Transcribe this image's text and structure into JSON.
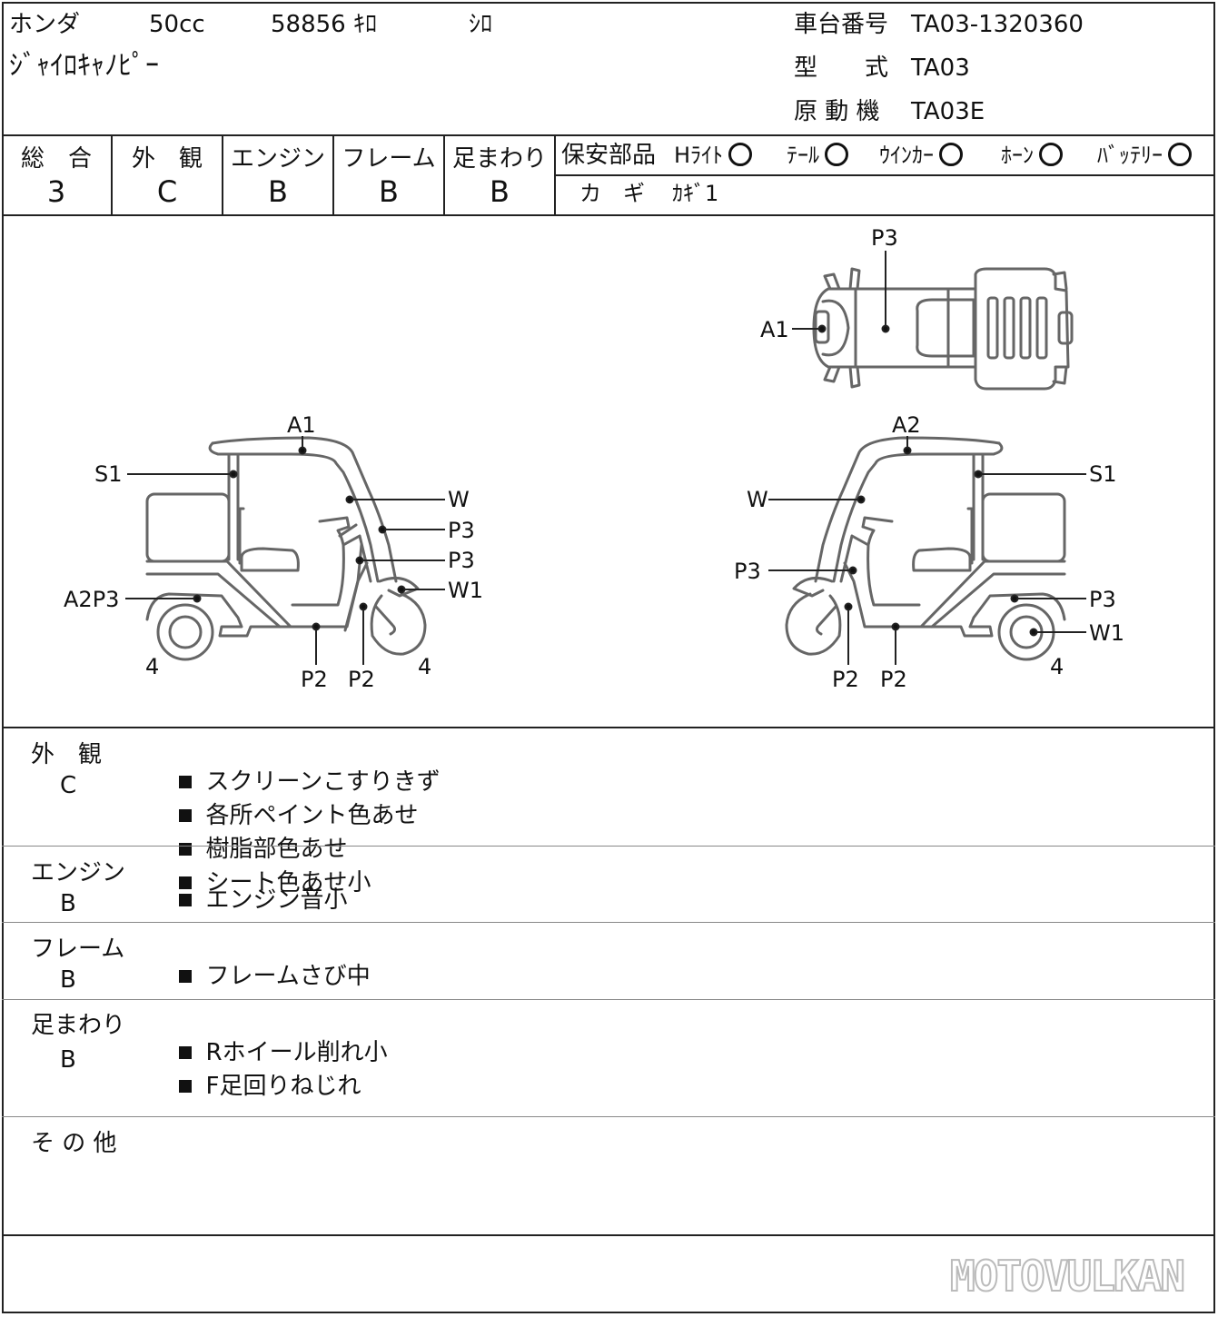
{
  "header": {
    "maker": "ホンダ",
    "displacement": "50cc",
    "mileage": "58856 ｷﾛ",
    "color": "ｼﾛ",
    "model_name": "ｼﾞｬｲﾛｷｬﾉﾋﾟｰ",
    "frame_no_label": "車台番号",
    "frame_no": "TA03-1320360",
    "type_label": "型　　式",
    "type": "TA03",
    "engine_label": "原 動 機",
    "engine": "TA03E"
  },
  "grades": {
    "items": [
      {
        "label": "総　合",
        "value": "3"
      },
      {
        "label": "外　観",
        "value": "C"
      },
      {
        "label": "エンジン",
        "value": "B"
      },
      {
        "label": "フレーム",
        "value": "B"
      },
      {
        "label": "足まわり",
        "value": "B"
      }
    ]
  },
  "safety": {
    "title": "保安部品",
    "items": [
      {
        "label": "Hﾗｲﾄ",
        "status": "○"
      },
      {
        "label": "ﾃｰﾙ",
        "status": "○"
      },
      {
        "label": "ｳｲﾝｶｰ",
        "status": "○"
      },
      {
        "label": "ﾎｰﾝ",
        "status": "○"
      },
      {
        "label": "ﾊﾞｯﾃﾘｰ",
        "status": "○"
      }
    ],
    "key_label": "カ　ギ",
    "key_value": "ｶｷﾞ1"
  },
  "diagram": {
    "top_labels": [
      "P3",
      "A1"
    ],
    "left_labels": [
      "A1",
      "S1",
      "W",
      "P3",
      "P3",
      "W1",
      "A2P3",
      "4",
      "P2",
      "P2",
      "4"
    ],
    "right_labels": [
      "A2",
      "S1",
      "W",
      "P3",
      "P3",
      "W1",
      "P2",
      "P2",
      "4"
    ]
  },
  "notes": [
    {
      "category": "外　観",
      "grade": "C",
      "items": [
        "スクリーンこすりきず",
        "各所ペイント色あせ",
        "樹脂部色あせ",
        "シート色あせ小"
      ]
    },
    {
      "category": "エンジン",
      "grade": "B",
      "items": [
        "エンジン音小"
      ]
    },
    {
      "category": "フレーム",
      "grade": "B",
      "items": [
        "フレームさび中"
      ]
    },
    {
      "category": "足まわり",
      "grade": "B",
      "items": [
        "Rホイール削れ小",
        "F足回りねじれ"
      ]
    },
    {
      "category": "そ の 他",
      "grade": "",
      "items": []
    }
  ],
  "watermark": "MOTOVULKAN"
}
